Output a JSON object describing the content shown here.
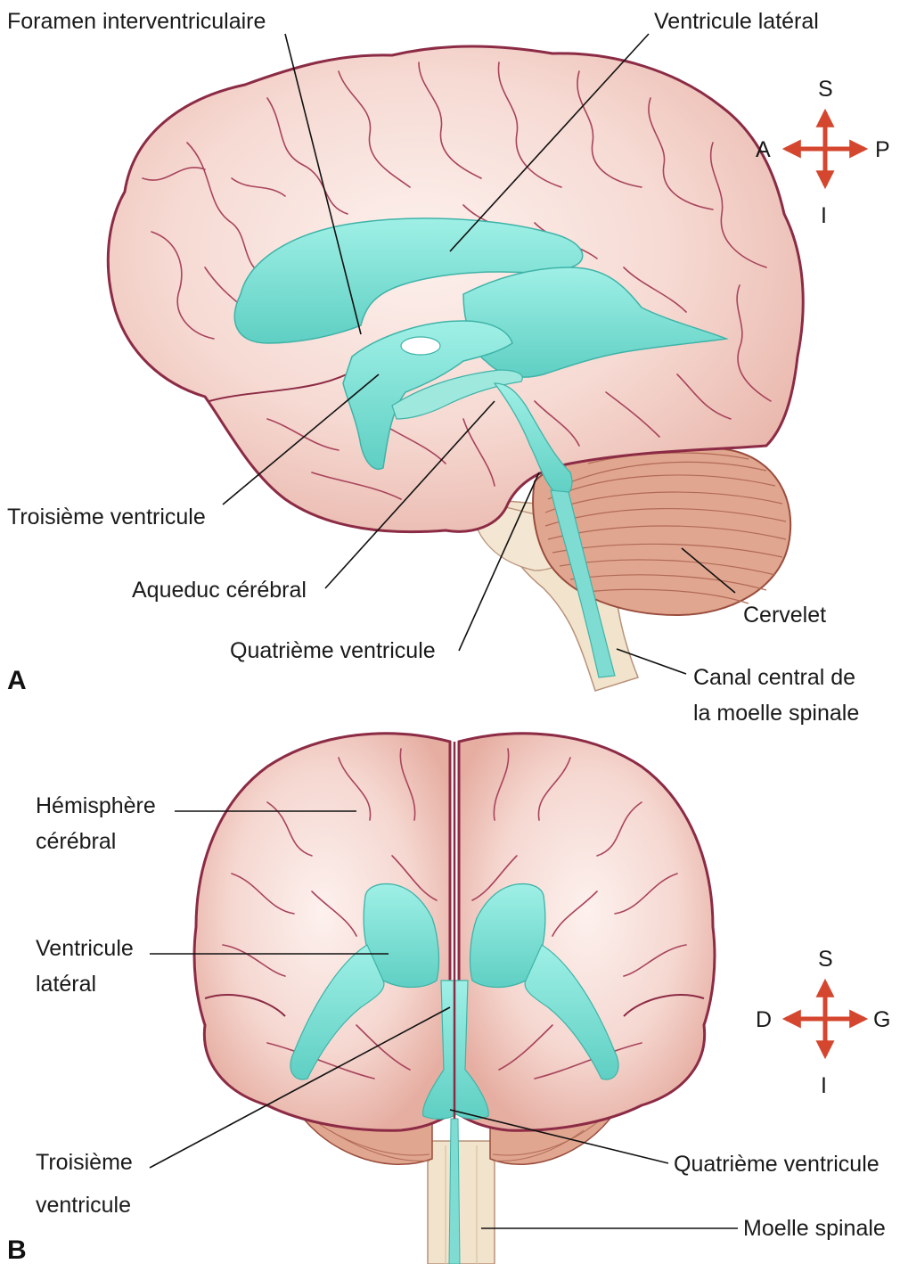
{
  "colors": {
    "cortex": "#f3d2cb",
    "cortex_highlight": "#fbeae6",
    "outline": "#8c2b45",
    "sulcus": "#a8445c",
    "ventricle": "#7fdcd3",
    "ventricle_edge": "#3fb3a8",
    "cerebellum": "#e1a690",
    "cerebellum_line": "#b06a55",
    "brainstem": "#f1e3cc",
    "arrow": "#d4462e"
  },
  "panel_a": {
    "letter": "A",
    "labels": {
      "foramen": "Foramen interventriculaire",
      "lateral_ventricle": "Ventricule latéral",
      "third_ventricle": "Troisième ventricule",
      "aqueduct": "Aqueduc cérébral",
      "fourth_ventricle": "Quatrième ventricule",
      "cerebellum": "Cervelet",
      "central_canal_1": "Canal central de",
      "central_canal_2": "la moelle spinale"
    },
    "compass": {
      "up": "S",
      "down": "I",
      "left": "A",
      "right": "P"
    }
  },
  "panel_b": {
    "letter": "B",
    "labels": {
      "hemisphere_1": "Hémisphère",
      "hemisphere_2": "cérébral",
      "lateral_ventricle_1": "Ventricule",
      "lateral_ventricle_2": "latéral",
      "third_ventricle_1": "Troisième",
      "third_ventricle_2": "ventricule",
      "fourth_ventricle": "Quatrième ventricule",
      "spinal_cord": "Moelle spinale"
    },
    "compass": {
      "up": "S",
      "down": "I",
      "left": "D",
      "right": "G"
    }
  }
}
